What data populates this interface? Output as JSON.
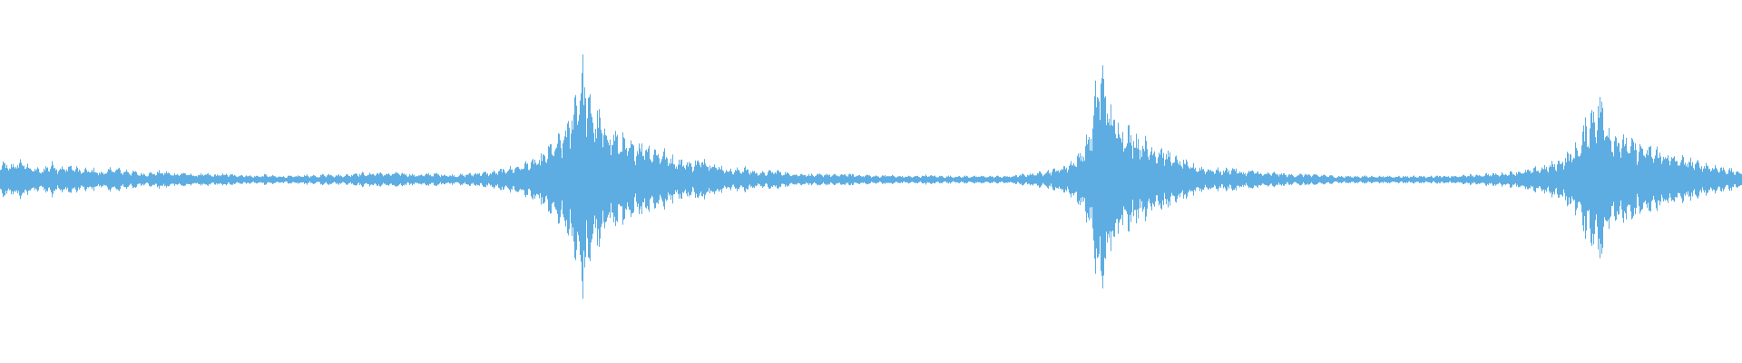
{
  "waveform": {
    "color": "#5DADE2",
    "background": "#ffffff",
    "amplitude_envelope": [
      0.14,
      0.12,
      0.16,
      0.11,
      0.08,
      0.14,
      0.1,
      0.12,
      0.08,
      0.09,
      0.06,
      0.1,
      0.08,
      0.07,
      0.05,
      0.06,
      0.07,
      0.05,
      0.06,
      0.04,
      0.05,
      0.04,
      0.05,
      0.04,
      0.04,
      0.03,
      0.04,
      0.03,
      0.03,
      0.03,
      0.04,
      0.03,
      0.05,
      0.04,
      0.04,
      0.06,
      0.05,
      0.06,
      0.05,
      0.06,
      0.05,
      0.04,
      0.05,
      0.05,
      0.04,
      0.04,
      0.05,
      0.06,
      0.06,
      0.08,
      0.1,
      0.12,
      0.15,
      0.18,
      0.28,
      0.35,
      0.52,
      0.95,
      0.62,
      0.48,
      0.4,
      0.34,
      0.28,
      0.32,
      0.26,
      0.24,
      0.18,
      0.16,
      0.14,
      0.18,
      0.14,
      0.1,
      0.08,
      0.1,
      0.07,
      0.06,
      0.08,
      0.06,
      0.05,
      0.05,
      0.04,
      0.05,
      0.04,
      0.05,
      0.04,
      0.04,
      0.03,
      0.04,
      0.03,
      0.03,
      0.03,
      0.04,
      0.03,
      0.03,
      0.03,
      0.03,
      0.03,
      0.03,
      0.03,
      0.03,
      0.04,
      0.05,
      0.06,
      0.08,
      0.1,
      0.14,
      0.22,
      0.4,
      1.0,
      0.58,
      0.46,
      0.4,
      0.34,
      0.28,
      0.26,
      0.2,
      0.16,
      0.12,
      0.1,
      0.09,
      0.08,
      0.1,
      0.06,
      0.08,
      0.05,
      0.06,
      0.05,
      0.04,
      0.05,
      0.04,
      0.04,
      0.03,
      0.03,
      0.03,
      0.03,
      0.03,
      0.03,
      0.03,
      0.03,
      0.03,
      0.03,
      0.03,
      0.03,
      0.03,
      0.04,
      0.04,
      0.05,
      0.05,
      0.06,
      0.07,
      0.08,
      0.1,
      0.12,
      0.16,
      0.22,
      0.3,
      0.55,
      0.68,
      0.42,
      0.36,
      0.32,
      0.28,
      0.26,
      0.24,
      0.2,
      0.18,
      0.16,
      0.14,
      0.12,
      0.1,
      0.08,
      0.06
    ]
  }
}
